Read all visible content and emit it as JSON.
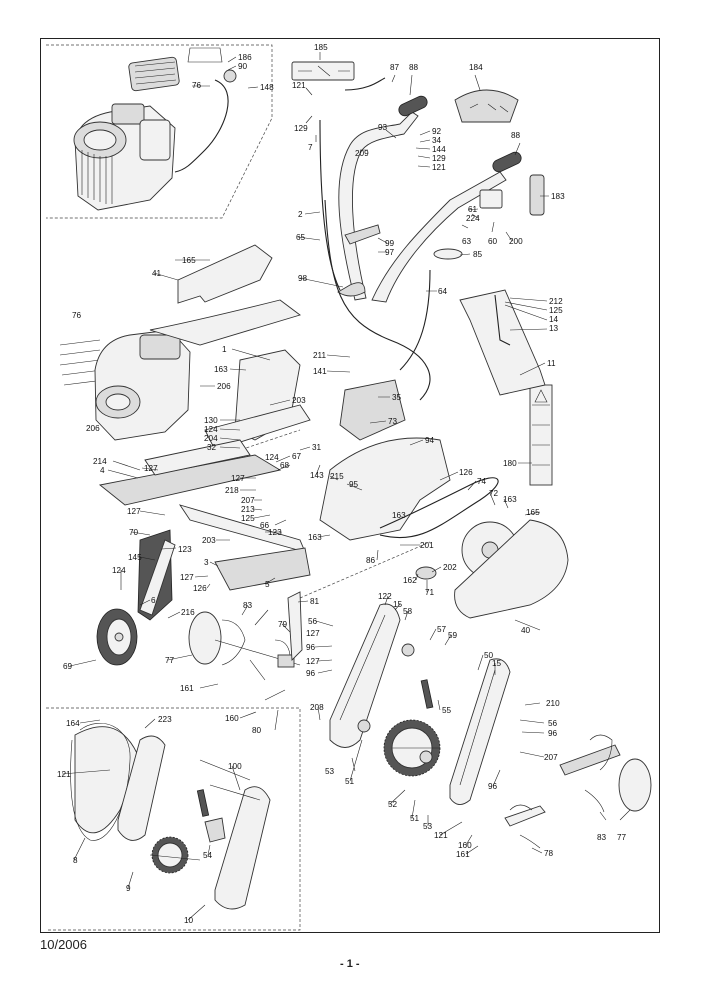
{
  "footer": {
    "date": "10/2006",
    "page": "- 1 -"
  },
  "callouts": [
    {
      "id": "c186",
      "text": "186"
    },
    {
      "id": "c90",
      "text": "90"
    },
    {
      "id": "c76a",
      "text": "76"
    },
    {
      "id": "c148",
      "text": "148"
    },
    {
      "id": "c185",
      "text": "185"
    },
    {
      "id": "c87",
      "text": "87"
    },
    {
      "id": "c88a",
      "text": "88"
    },
    {
      "id": "c184",
      "text": "184"
    },
    {
      "id": "c121a",
      "text": "121"
    },
    {
      "id": "c129a",
      "text": "129"
    },
    {
      "id": "c7",
      "text": "7"
    },
    {
      "id": "c93",
      "text": "93"
    },
    {
      "id": "c92",
      "text": "92"
    },
    {
      "id": "c34",
      "text": "34"
    },
    {
      "id": "c144",
      "text": "144"
    },
    {
      "id": "c129b",
      "text": "129"
    },
    {
      "id": "c209",
      "text": "209"
    },
    {
      "id": "c121b",
      "text": "121"
    },
    {
      "id": "c88b",
      "text": "88"
    },
    {
      "id": "c183",
      "text": "183"
    },
    {
      "id": "c61",
      "text": "61"
    },
    {
      "id": "c224",
      "text": "224"
    },
    {
      "id": "c2",
      "text": "2"
    },
    {
      "id": "c63",
      "text": "63"
    },
    {
      "id": "c60",
      "text": "60"
    },
    {
      "id": "c200",
      "text": "200"
    },
    {
      "id": "c65",
      "text": "65"
    },
    {
      "id": "c99",
      "text": "99"
    },
    {
      "id": "c97",
      "text": "97"
    },
    {
      "id": "c85",
      "text": "85"
    },
    {
      "id": "c165a",
      "text": "165"
    },
    {
      "id": "c41",
      "text": "41"
    },
    {
      "id": "c98",
      "text": "98"
    },
    {
      "id": "c64",
      "text": "64"
    },
    {
      "id": "c212",
      "text": "212"
    },
    {
      "id": "c125a",
      "text": "125"
    },
    {
      "id": "c14",
      "text": "14"
    },
    {
      "id": "c13",
      "text": "13"
    },
    {
      "id": "c76b",
      "text": "76"
    },
    {
      "id": "c1",
      "text": "1"
    },
    {
      "id": "c211",
      "text": "211"
    },
    {
      "id": "c11",
      "text": "11"
    },
    {
      "id": "c163a",
      "text": "163"
    },
    {
      "id": "c141",
      "text": "141"
    },
    {
      "id": "c206a",
      "text": "206"
    },
    {
      "id": "c35",
      "text": "35"
    },
    {
      "id": "c203a",
      "text": "203"
    },
    {
      "id": "c130",
      "text": "130"
    },
    {
      "id": "c124a",
      "text": "124"
    },
    {
      "id": "c73",
      "text": "73"
    },
    {
      "id": "c206b",
      "text": "206"
    },
    {
      "id": "c204",
      "text": "204"
    },
    {
      "id": "c32",
      "text": "32"
    },
    {
      "id": "c31",
      "text": "31"
    },
    {
      "id": "c94",
      "text": "94"
    },
    {
      "id": "c67",
      "text": "67"
    },
    {
      "id": "c124b",
      "text": "124"
    },
    {
      "id": "c68",
      "text": "68"
    },
    {
      "id": "c143",
      "text": "143"
    },
    {
      "id": "c180",
      "text": "180"
    },
    {
      "id": "c214",
      "text": "214"
    },
    {
      "id": "c4",
      "text": "4"
    },
    {
      "id": "c127a",
      "text": "127"
    },
    {
      "id": "c215",
      "text": "215"
    },
    {
      "id": "c126a",
      "text": "126"
    },
    {
      "id": "c74",
      "text": "74"
    },
    {
      "id": "c127b",
      "text": "127"
    },
    {
      "id": "c218",
      "text": "218"
    },
    {
      "id": "c95",
      "text": "95"
    },
    {
      "id": "c72",
      "text": "72"
    },
    {
      "id": "c163b",
      "text": "163"
    },
    {
      "id": "c207a",
      "text": "207"
    },
    {
      "id": "c213",
      "text": "213"
    },
    {
      "id": "c125b",
      "text": "125"
    },
    {
      "id": "c165b",
      "text": "165"
    },
    {
      "id": "c127c",
      "text": "127"
    },
    {
      "id": "c66",
      "text": "66"
    },
    {
      "id": "c163c",
      "text": "163"
    },
    {
      "id": "c123a",
      "text": "123"
    },
    {
      "id": "c70",
      "text": "70"
    },
    {
      "id": "c203b",
      "text": "203"
    },
    {
      "id": "c163d",
      "text": "163"
    },
    {
      "id": "c201",
      "text": "201"
    },
    {
      "id": "c145",
      "text": "145"
    },
    {
      "id": "c123b",
      "text": "123"
    },
    {
      "id": "c3",
      "text": "3"
    },
    {
      "id": "c86",
      "text": "86"
    },
    {
      "id": "c202",
      "text": "202"
    },
    {
      "id": "c127d",
      "text": "127"
    },
    {
      "id": "c162",
      "text": "162"
    },
    {
      "id": "c124c",
      "text": "124"
    },
    {
      "id": "c126b",
      "text": "126"
    },
    {
      "id": "c5",
      "text": "5"
    },
    {
      "id": "c71",
      "text": "71"
    },
    {
      "id": "c122",
      "text": "122"
    },
    {
      "id": "c6",
      "text": "6"
    },
    {
      "id": "c216",
      "text": "216"
    },
    {
      "id": "c83a",
      "text": "83"
    },
    {
      "id": "c81",
      "text": "81"
    },
    {
      "id": "c15a",
      "text": "15"
    },
    {
      "id": "c58",
      "text": "58"
    },
    {
      "id": "c40",
      "text": "40"
    },
    {
      "id": "c56a",
      "text": "56"
    },
    {
      "id": "c79",
      "text": "79"
    },
    {
      "id": "c127e",
      "text": "127"
    },
    {
      "id": "c96a",
      "text": "96"
    },
    {
      "id": "c57",
      "text": "57"
    },
    {
      "id": "c59",
      "text": "59"
    },
    {
      "id": "c69",
      "text": "69"
    },
    {
      "id": "c77a",
      "text": "77"
    },
    {
      "id": "c127f",
      "text": "127"
    },
    {
      "id": "c96b",
      "text": "96"
    },
    {
      "id": "c50",
      "text": "50"
    },
    {
      "id": "c15b",
      "text": "15"
    },
    {
      "id": "c161a",
      "text": "161"
    },
    {
      "id": "c210",
      "text": "210"
    },
    {
      "id": "c208",
      "text": "208"
    },
    {
      "id": "c55",
      "text": "55"
    },
    {
      "id": "c160a",
      "text": "160"
    },
    {
      "id": "c164",
      "text": "164"
    },
    {
      "id": "c223",
      "text": "223"
    },
    {
      "id": "c56b",
      "text": "56"
    },
    {
      "id": "c96c",
      "text": "96"
    },
    {
      "id": "c80",
      "text": "80"
    },
    {
      "id": "c53a",
      "text": "53"
    },
    {
      "id": "c51a",
      "text": "51"
    },
    {
      "id": "c207b",
      "text": "207"
    },
    {
      "id": "c121c",
      "text": "121"
    },
    {
      "id": "c100",
      "text": "100"
    },
    {
      "id": "c96d",
      "text": "96"
    },
    {
      "id": "c52",
      "text": "52"
    },
    {
      "id": "c51b",
      "text": "51"
    },
    {
      "id": "c53b",
      "text": "53"
    },
    {
      "id": "c121d",
      "text": "121"
    },
    {
      "id": "c83b",
      "text": "83"
    },
    {
      "id": "c77b",
      "text": "77"
    },
    {
      "id": "c160b",
      "text": "160"
    },
    {
      "id": "c161b",
      "text": "161"
    },
    {
      "id": "c78",
      "text": "78"
    },
    {
      "id": "c54",
      "text": "54"
    },
    {
      "id": "c8",
      "text": "8"
    },
    {
      "id": "c9",
      "text": "9"
    },
    {
      "id": "c10",
      "text": "10"
    }
  ]
}
